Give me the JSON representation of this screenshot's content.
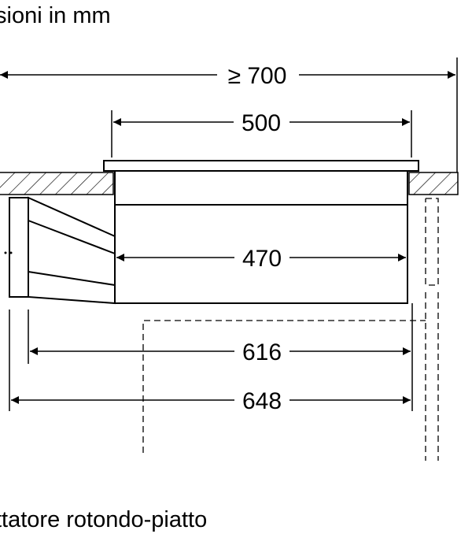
{
  "caption_top": "sioni in mm",
  "caption_bottom": "ttatore rotondo-piatto",
  "dimensions": {
    "overall_min": "≥ 700",
    "cutout_width": "500",
    "body_width": "470",
    "inner_depth": "616",
    "total_depth": "648"
  }
}
